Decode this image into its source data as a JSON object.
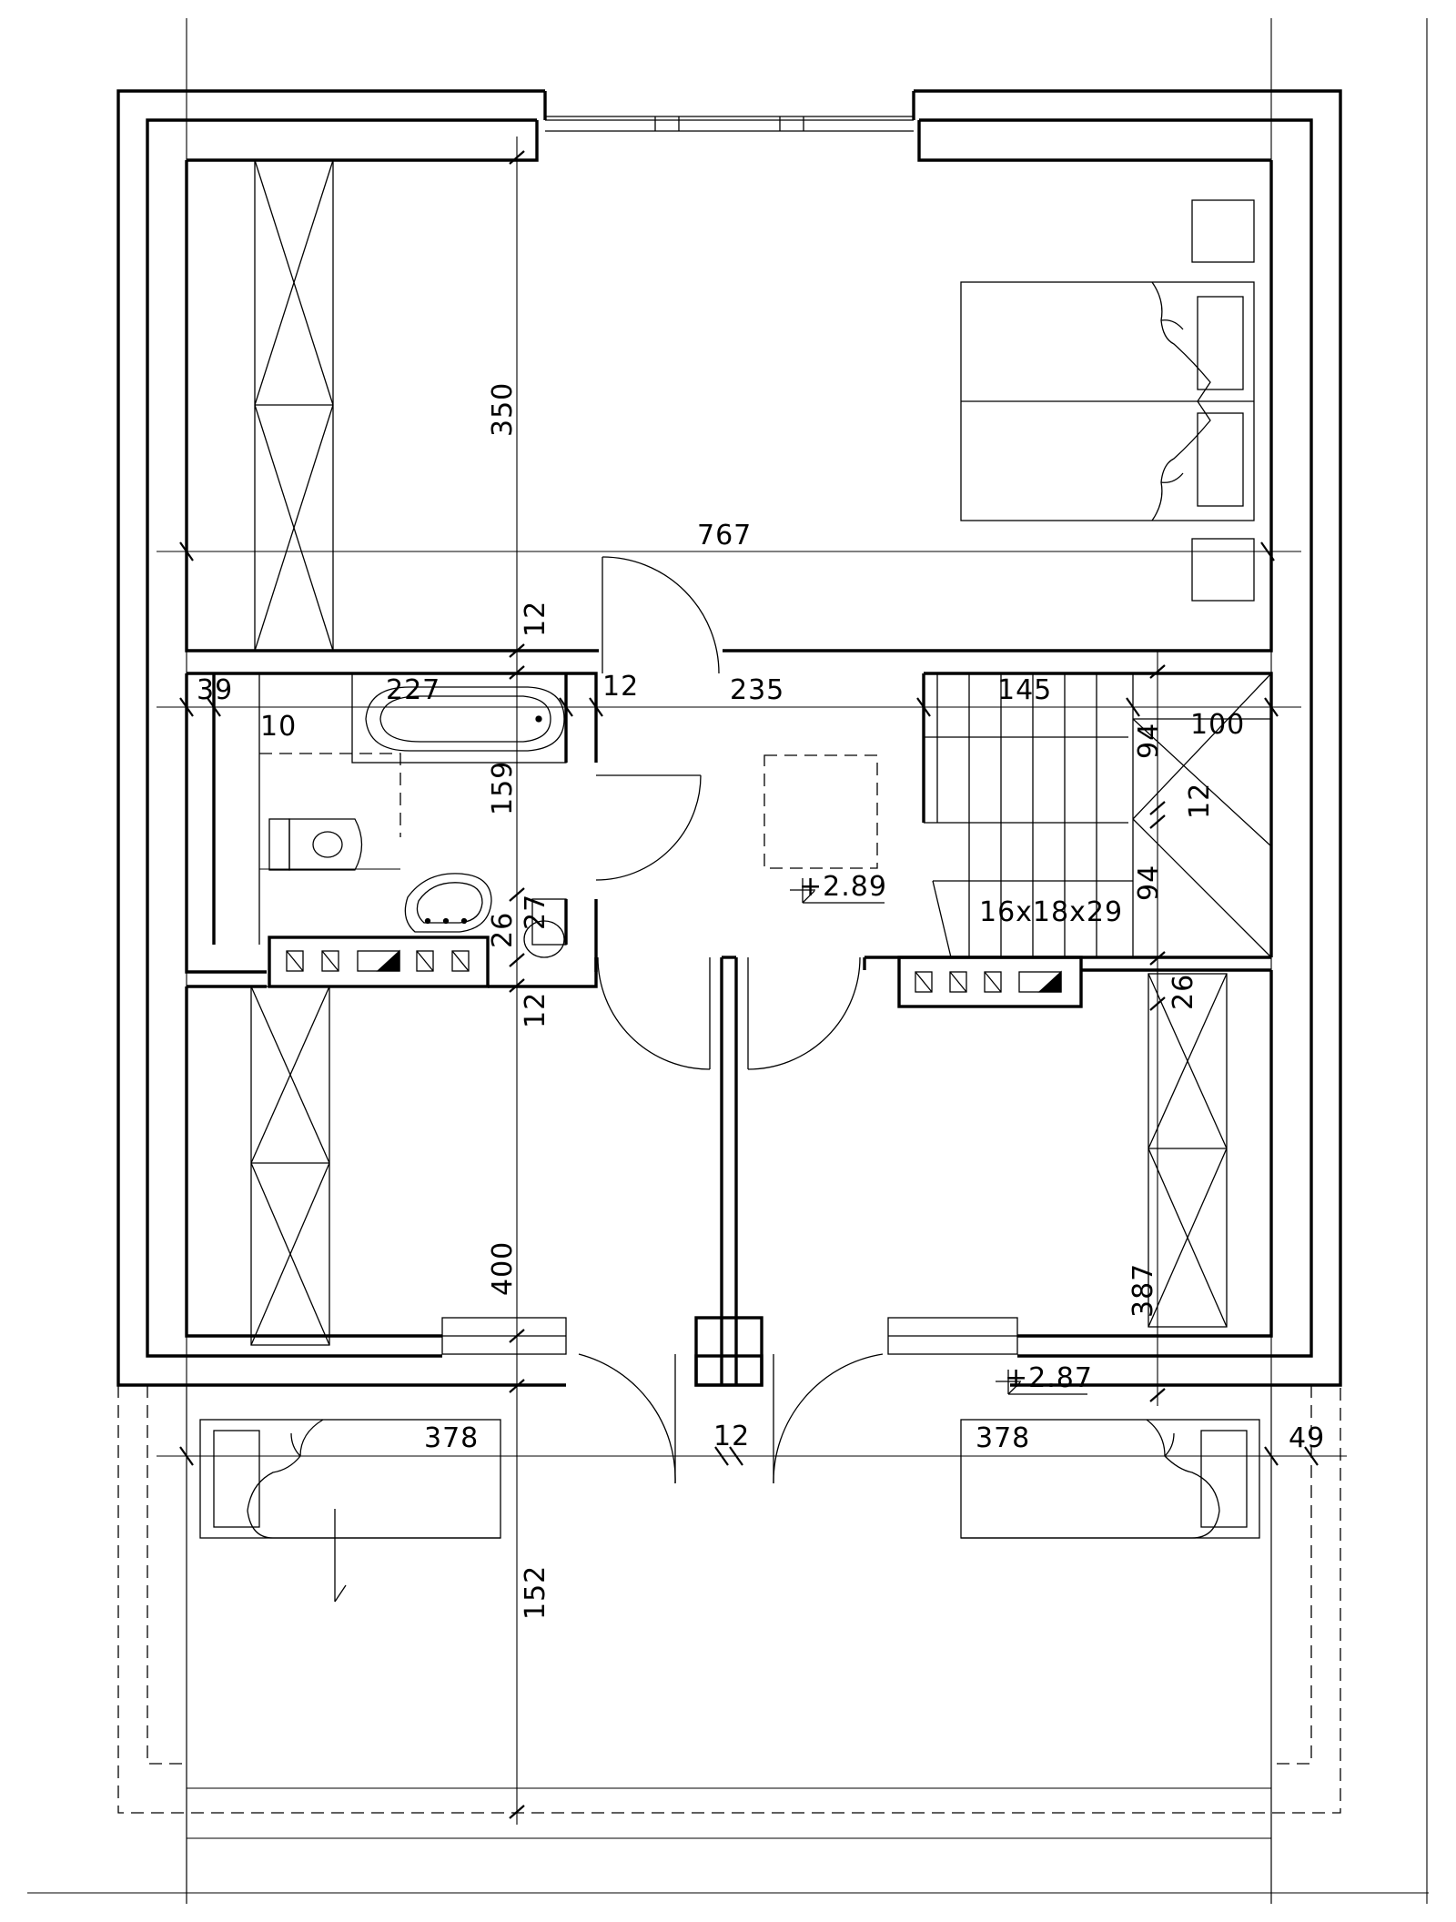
{
  "plan": {
    "dimensions": {
      "total_width": "767",
      "bedroom_top_depth": "350",
      "bedroom_bottom_depth": "400",
      "balcony_depth": "152",
      "wall_12_a": "12",
      "wall_12_b": "12",
      "wall_12_c": "12",
      "wall_12_d": "12",
      "wall_12_e": "12",
      "bath_offset": "39",
      "bath_length": "227",
      "bath_gap": "10",
      "corridor_width": "235",
      "stair_run": "145",
      "stair_landing": "100",
      "stair_94_a": "94",
      "stair_94_b": "94",
      "bath_depth": "159",
      "small_27": "27",
      "small_26_a": "26",
      "small_26_b": "26",
      "stair_spec": "16x18x29",
      "right_bedroom_depth": "387",
      "bed_left_length": "378",
      "bed_right_length": "378",
      "right_offset": "49"
    },
    "levels": {
      "hall_level": "+2.89",
      "balcony_level": "+2.87"
    }
  }
}
